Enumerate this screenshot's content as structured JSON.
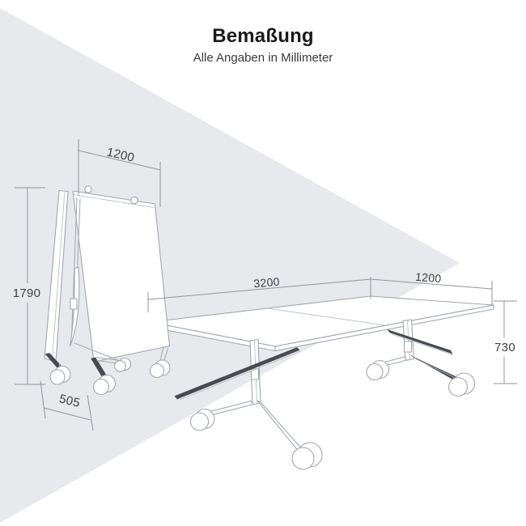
{
  "header": {
    "title": "Bemaßung",
    "subtitle": "Alle Angaben in Millimeter"
  },
  "diagram": {
    "type": "furniture-dimension-drawing",
    "views": {
      "folded_table": {
        "description": "flip-top table folded, on castors",
        "width_mm": "1200",
        "height_mm": "1790",
        "depth_mm": "505"
      },
      "open_table": {
        "description": "conference table open, on castors",
        "length_mm": "3200",
        "width_mm": "1200",
        "height_mm": "730"
      }
    }
  },
  "colors": {
    "background": "#ffffff",
    "watermark_triangle": "#e8e9ed",
    "line_art": "#a6acb3",
    "dimension_line": "#8f959b",
    "dimension_text": "#3d4144",
    "dark_parts": "#474c51"
  }
}
